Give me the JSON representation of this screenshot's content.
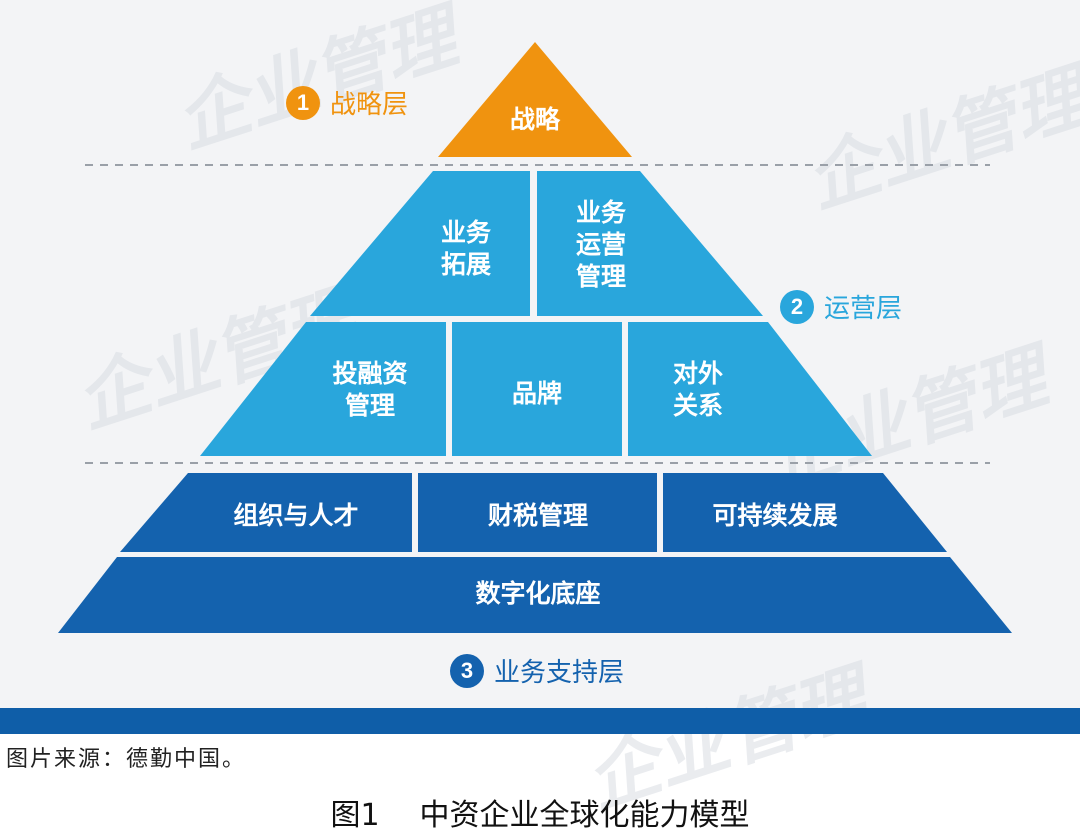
{
  "layers": {
    "strategy": {
      "num": "1",
      "label": "战略层",
      "color": "#f0930f"
    },
    "operation": {
      "num": "2",
      "label": "运营层",
      "color": "#29a6dc"
    },
    "support": {
      "num": "3",
      "label": "业务支持层",
      "color": "#1462ae"
    }
  },
  "blocks": {
    "strategy": "战略",
    "business_expansion": "业务\n拓展",
    "business_ops_mgmt": "业务\n运营\n管理",
    "investment_finance_mgmt": "投融资\n管理",
    "brand": "品牌",
    "external_relations": "对外\n关系",
    "org_talent": "组织与人才",
    "finance_tax_mgmt": "财税管理",
    "sustainable_dev": "可持续发展",
    "digital_base": "数字化底座"
  },
  "watermark_text": "企业管理",
  "source": "图片来源：德勤中国。",
  "caption": {
    "number": "图1",
    "title": "中资企业全球化能力模型"
  }
}
